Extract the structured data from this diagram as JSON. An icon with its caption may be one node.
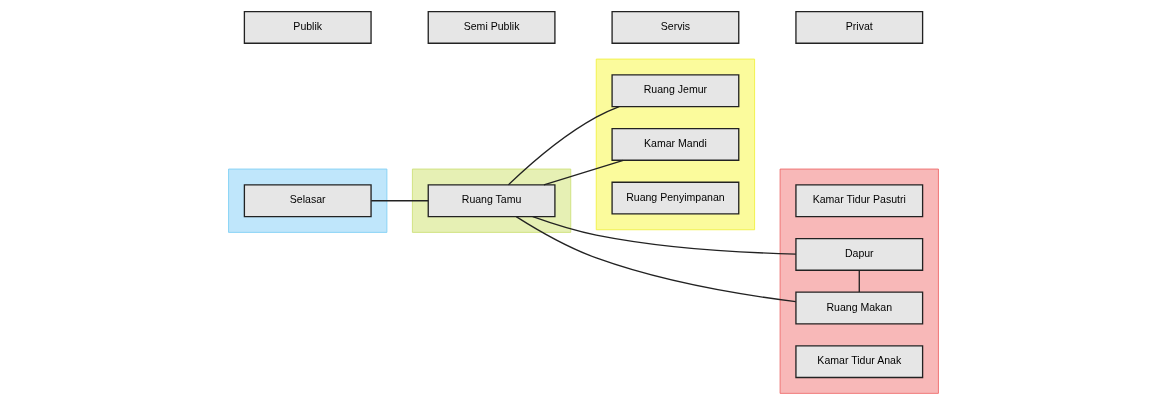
{
  "diagram": {
    "nodes": [
      {
        "text": [
          "Publik"
        ]
      },
      {
        "text": [
          "Semi Publik"
        ]
      },
      {
        "text": [
          "Servis"
        ]
      },
      {
        "text": [
          "Privat"
        ]
      },
      {
        "text": [],
        "shape": "box"
      },
      {
        "text": [],
        "shape": "box"
      },
      {
        "text": [],
        "shape": "box"
      },
      {
        "text": [],
        "shape": "box"
      },
      {
        "text": [
          "Selasar"
        ],
        "in": 4
      },
      {
        "text": [
          "Ruang Tamu"
        ],
        "in": 5
      },
      {
        "text": [
          "Ruang Jemur"
        ],
        "in": 6
      },
      {
        "text": [
          "Kamar Mandi"
        ],
        "in": 6
      },
      {
        "text": [
          "Ruang Penyimpanan"
        ],
        "in": 6
      },
      {
        "text": [
          "Kamar Tidur Pasutri"
        ],
        "in": 7
      },
      {
        "text": [
          "Dapur"
        ],
        "in": 7
      },
      {
        "text": [
          "Ruang Makan"
        ],
        "in": 7
      },
      {
        "text": [
          "Kamar Tidur Anak"
        ],
        "in": 7
      }
    ],
    "edges": [
      {
        "from": 8,
        "to": 9,
        "arrow": "none"
      },
      {
        "from": 9,
        "to": 10,
        "arrow": "none"
      },
      {
        "from": 9,
        "to": 14,
        "arrow": "none"
      },
      {
        "from": 9,
        "to": 11,
        "arrow": "none"
      },
      {
        "from": 9,
        "to": 15,
        "arrow": "none"
      },
      {
        "from": 14,
        "to": 15,
        "arrow": "none"
      }
    ]
  }
}
